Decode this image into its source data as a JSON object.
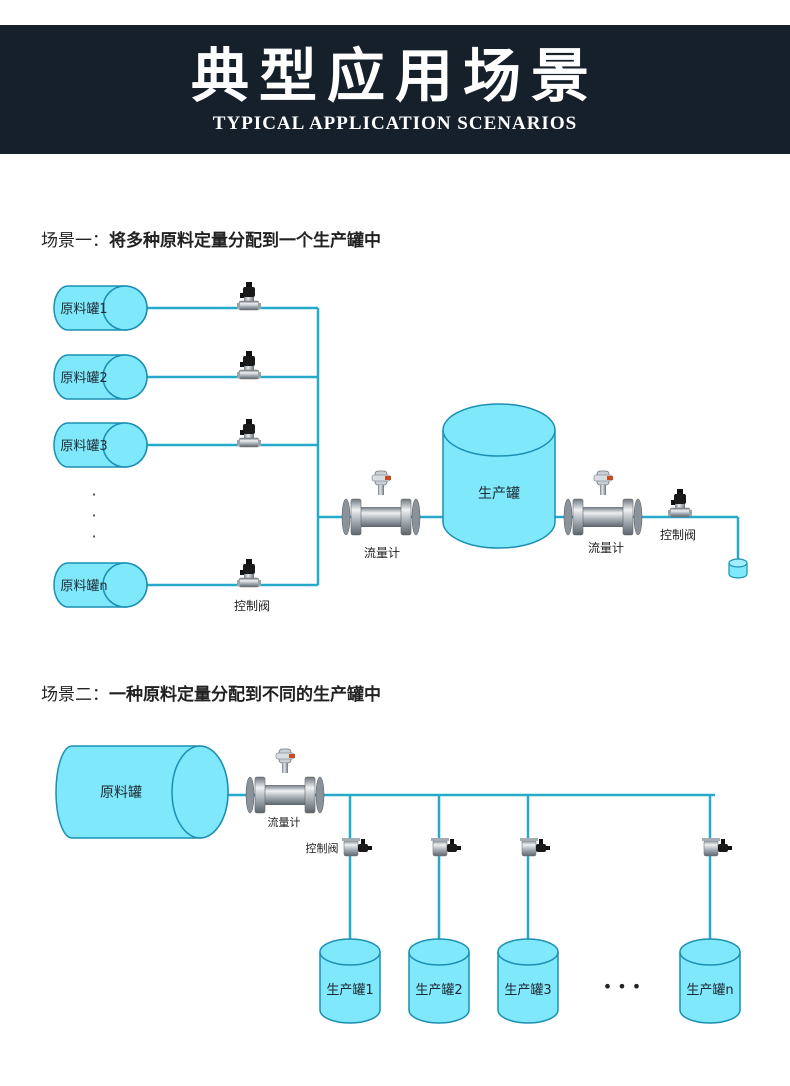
{
  "header": {
    "title": "典型应用场景",
    "subtitle": "TYPICAL APPLICATION SCENARIOS"
  },
  "scene1": {
    "prefix": "场景一：",
    "title": "将多种原料定量分配到一个生产罐中",
    "raw_tanks": [
      "原料罐1",
      "原料罐2",
      "原料罐3",
      "原料罐n"
    ],
    "ellipsis": "·",
    "control_valve_label": "控制阀",
    "flowmeter_label_1": "流量计",
    "production_tank": "生产罐",
    "flowmeter_label_2": "流量计",
    "control_valve_label_2": "控制阀"
  },
  "scene2": {
    "prefix": "场景二：",
    "title": "一种原料定量分配到不同的生产罐中",
    "raw_tank": "原料罐",
    "flowmeter_label": "流量计",
    "control_valve_label": "控制阀",
    "production_tanks": [
      "生产罐1",
      "生产罐2",
      "生产罐3",
      "生产罐n"
    ],
    "dots": "•  •  •"
  },
  "colors": {
    "banner": "#16202b",
    "pipe": "#27a9c9",
    "tank_fill": "#7fe8fb",
    "tank_stroke": "#1b8fb3"
  }
}
